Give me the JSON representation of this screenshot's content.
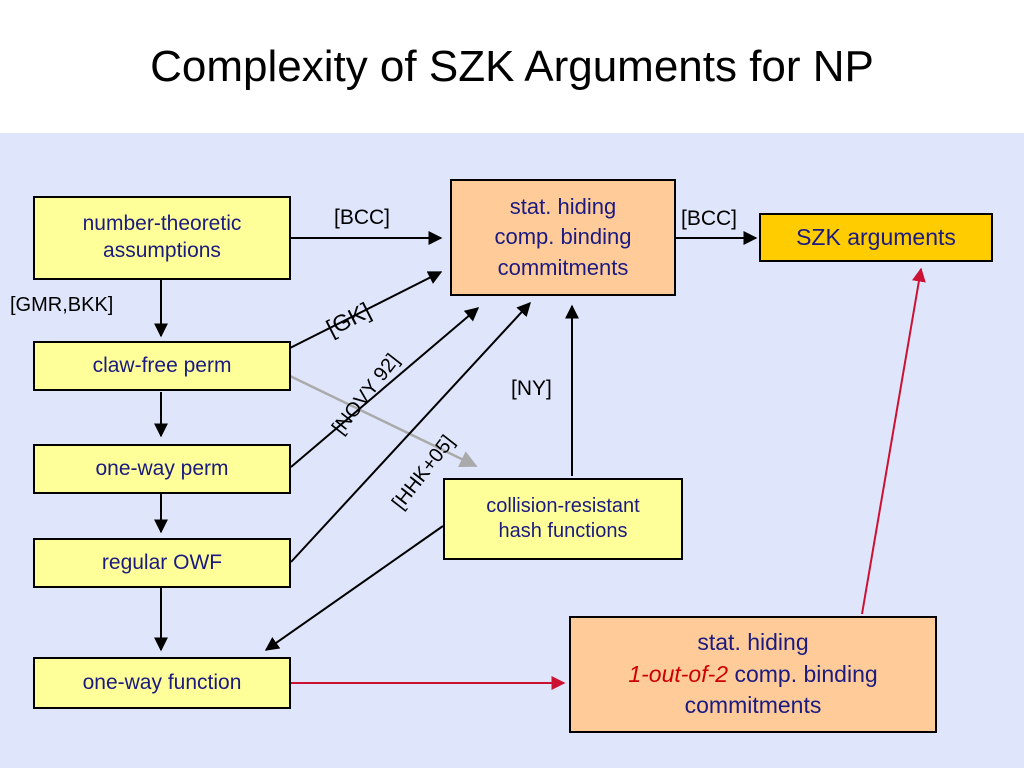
{
  "title": "Complexity of SZK Arguments for NP",
  "nodes": {
    "number_theoretic": [
      "number-theoretic",
      "assumptions"
    ],
    "claw_free": "claw-free perm",
    "one_way_perm": "one-way perm",
    "regular_owf": "regular OWF",
    "one_way_function": "one-way function",
    "stat_hiding_commitments": [
      "stat. hiding",
      "comp. binding",
      "commitments"
    ],
    "szk_arguments": "SZK arguments",
    "collision_resistant": [
      "collision-resistant",
      "hash functions"
    ],
    "one_out_of_two": {
      "line1": "stat. hiding",
      "italic": "1-out-of-2",
      "line2_rest": " comp. binding",
      "line3": "commitments"
    }
  },
  "labels": {
    "bcc_left": "[BCC]",
    "bcc_right": "[BCC]",
    "gmr_bkk": "[GMR,BKK]",
    "gk": "[GK]",
    "novy": "[NOVY 92]",
    "hhk": "[HHK+05]",
    "ny": "[NY]"
  },
  "colors": {
    "panel_bg": "#dfe6fb",
    "yellow_box": "#ffff99",
    "orange_box": "#ffcc99",
    "gold_box": "#ffcc00",
    "text_blue": "#1a1a80",
    "red_arrow": "#cc1133",
    "gray_arrow": "#aaaaaa"
  }
}
